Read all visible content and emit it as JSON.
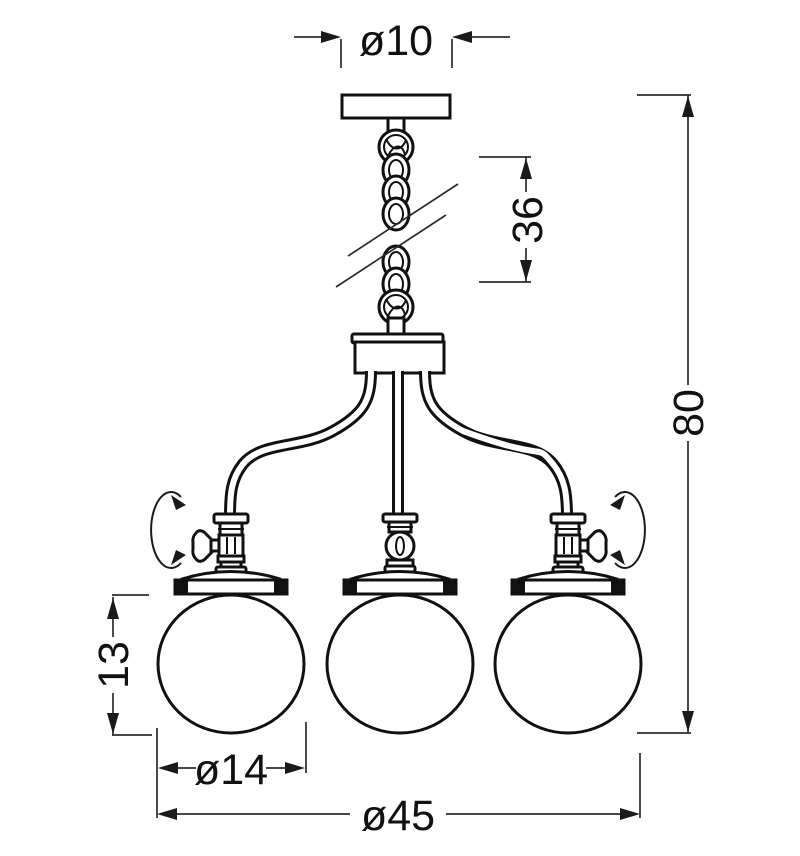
{
  "drawing": {
    "kind": "pendant-lamp-dimension-diagram",
    "background_color": "#ffffff",
    "line_color": "#111111",
    "dimension_line_color": "#2b2b2b",
    "lamp": {
      "globe_count": 3,
      "parts": [
        "ceiling-canopy",
        "suspension-chain",
        "chain-break-marks",
        "hub-body",
        "left-arm",
        "center-rod",
        "right-arm",
        "swivel-lamp-heads",
        "glass-globes"
      ]
    },
    "dimensions": {
      "canopy_diameter": {
        "label": "ø10",
        "value": 10
      },
      "chain_length": {
        "label": "36",
        "value": 36
      },
      "total_height": {
        "label": "80",
        "value": 80
      },
      "globe_height": {
        "label": "13",
        "value": 13
      },
      "globe_diameter": {
        "label": "ø14",
        "value": 14
      },
      "total_width": {
        "label": "ø45",
        "value": 45
      }
    }
  }
}
